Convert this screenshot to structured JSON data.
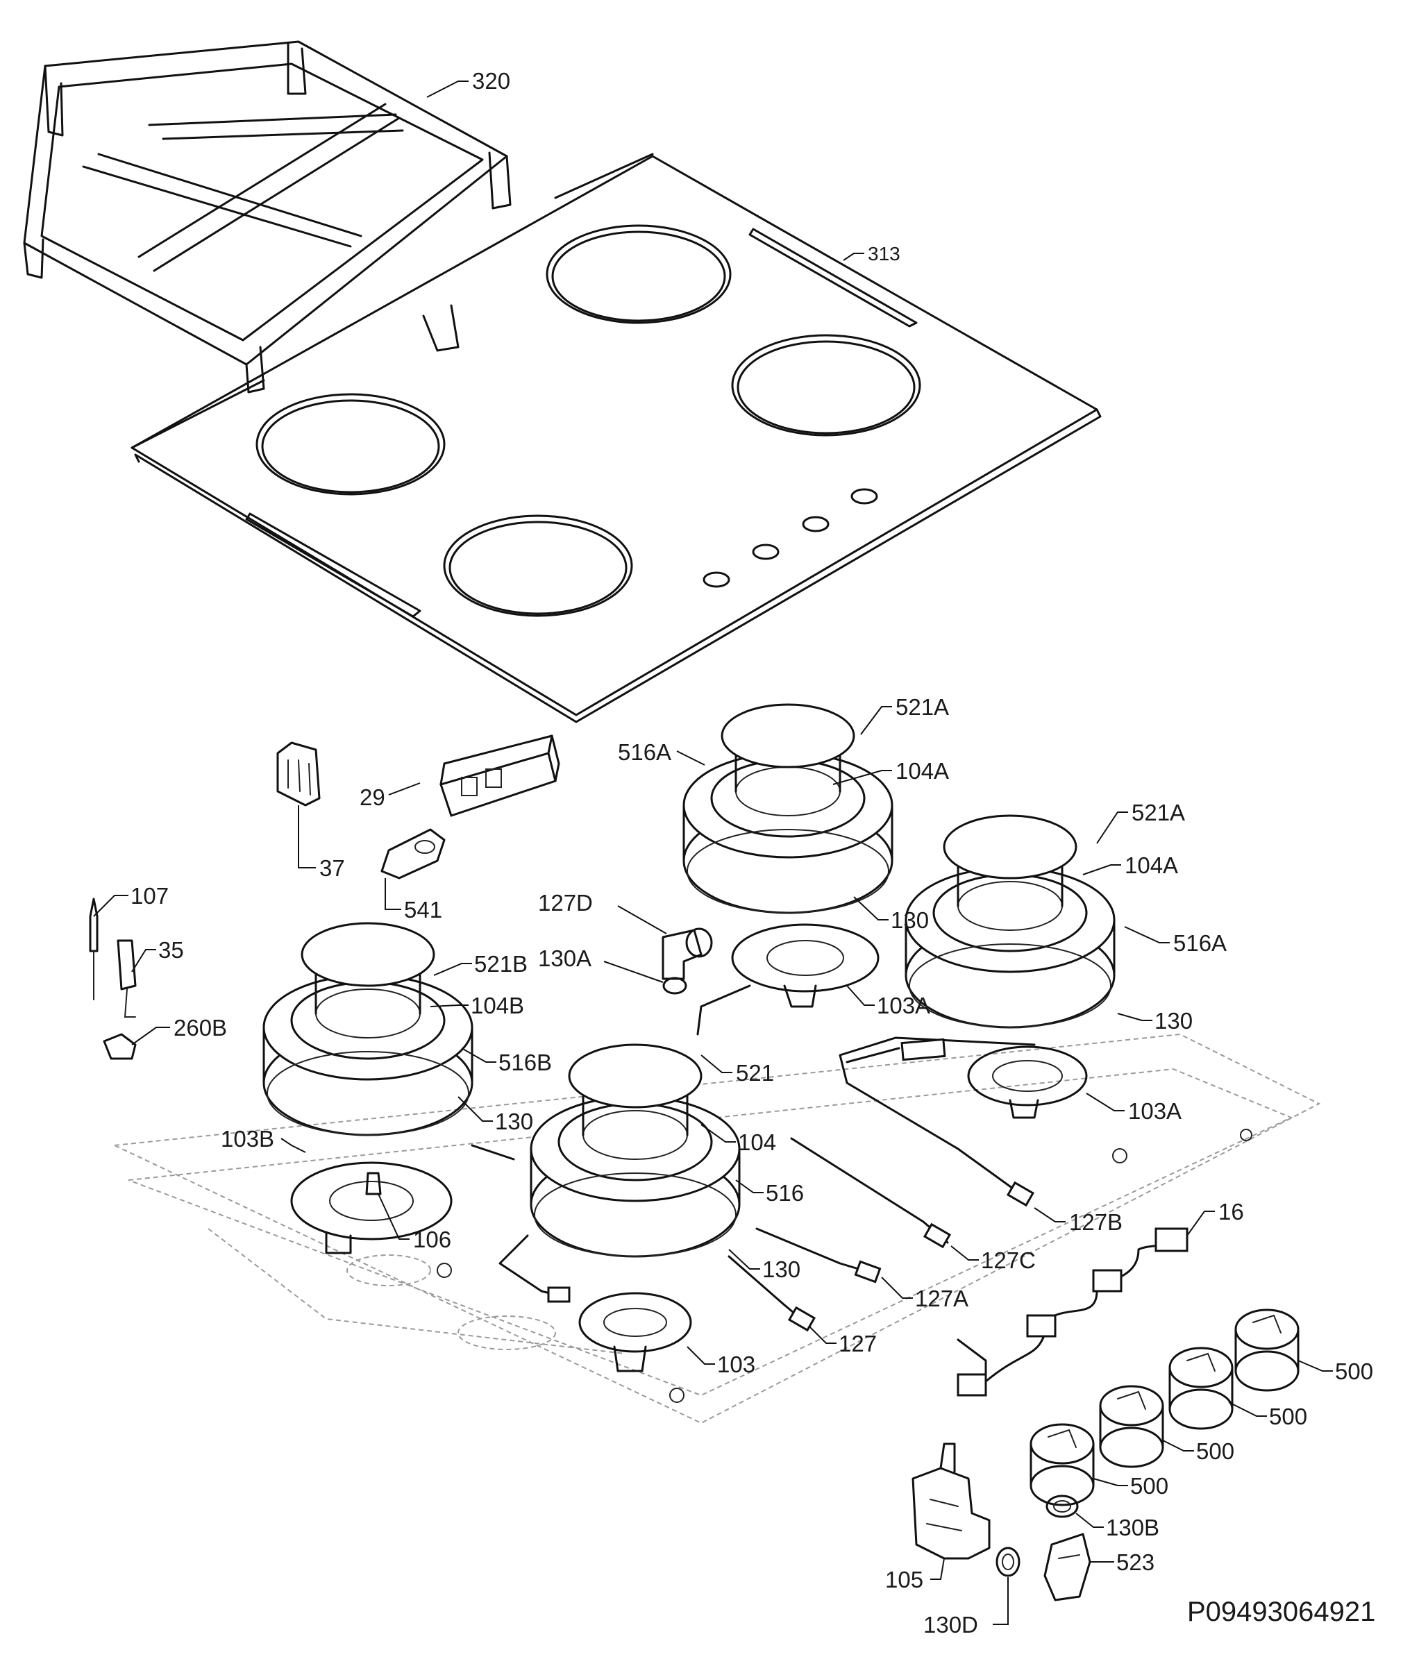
{
  "labels": {
    "l320": "320",
    "l313": "313",
    "l521A_1": "521A",
    "l516A_1": "516A",
    "l104A_1": "104A",
    "l29": "29",
    "l37": "37",
    "l541": "541",
    "l521A_2": "521A",
    "l104A_2": "104A",
    "l127D": "127D",
    "l130_1": "130",
    "l516A_2": "516A",
    "l107": "107",
    "l35": "35",
    "l130A": "130A",
    "l103A_1": "103A",
    "l130_2": "130",
    "l521B": "521B",
    "l104B": "104B",
    "l260B": "260B",
    "l516B": "516B",
    "l521": "521",
    "l103A_2": "103A",
    "l130_3": "130",
    "l104": "104",
    "l103B": "103B",
    "l516": "516",
    "l127B": "127B",
    "l106": "106",
    "l127C": "127C",
    "l16": "16",
    "l130_4": "130",
    "l127A": "127A",
    "l127": "127",
    "l500_1": "500",
    "l103": "103",
    "l500_2": "500",
    "l500_3": "500",
    "l500_4": "500",
    "l130B": "130B",
    "l523": "523",
    "l105": "105",
    "l130D": "130D"
  },
  "document_code": "P09493064921"
}
